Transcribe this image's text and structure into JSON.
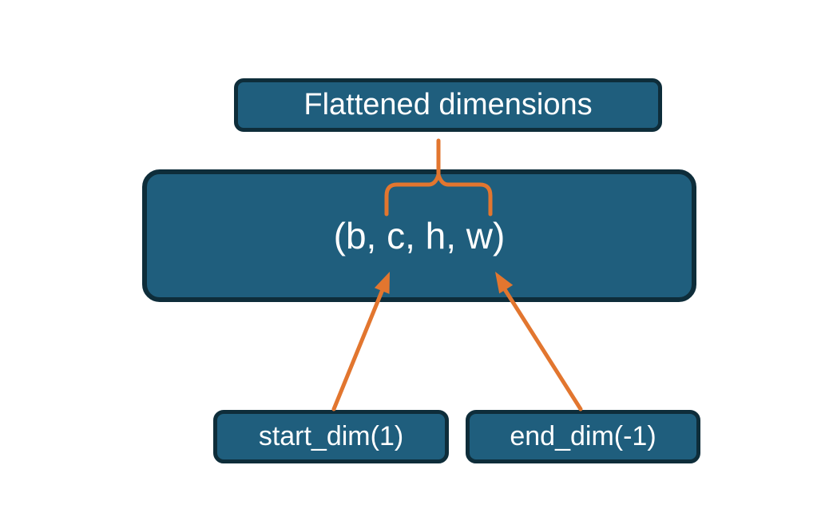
{
  "diagram": {
    "nodes": {
      "flattened": {
        "label": "Flattened dimensions"
      },
      "tensor": {
        "label": "(b, c, h, w)"
      },
      "start_dim": {
        "label": "start_dim(1)"
      },
      "end_dim": {
        "label": "end_dim(-1)"
      }
    },
    "colors": {
      "box_fill": "#1F5E7D",
      "box_border": "#0E2D3A",
      "connector": "#E2762F",
      "text": "#FFFFFF",
      "background": "#FFFFFF"
    }
  }
}
